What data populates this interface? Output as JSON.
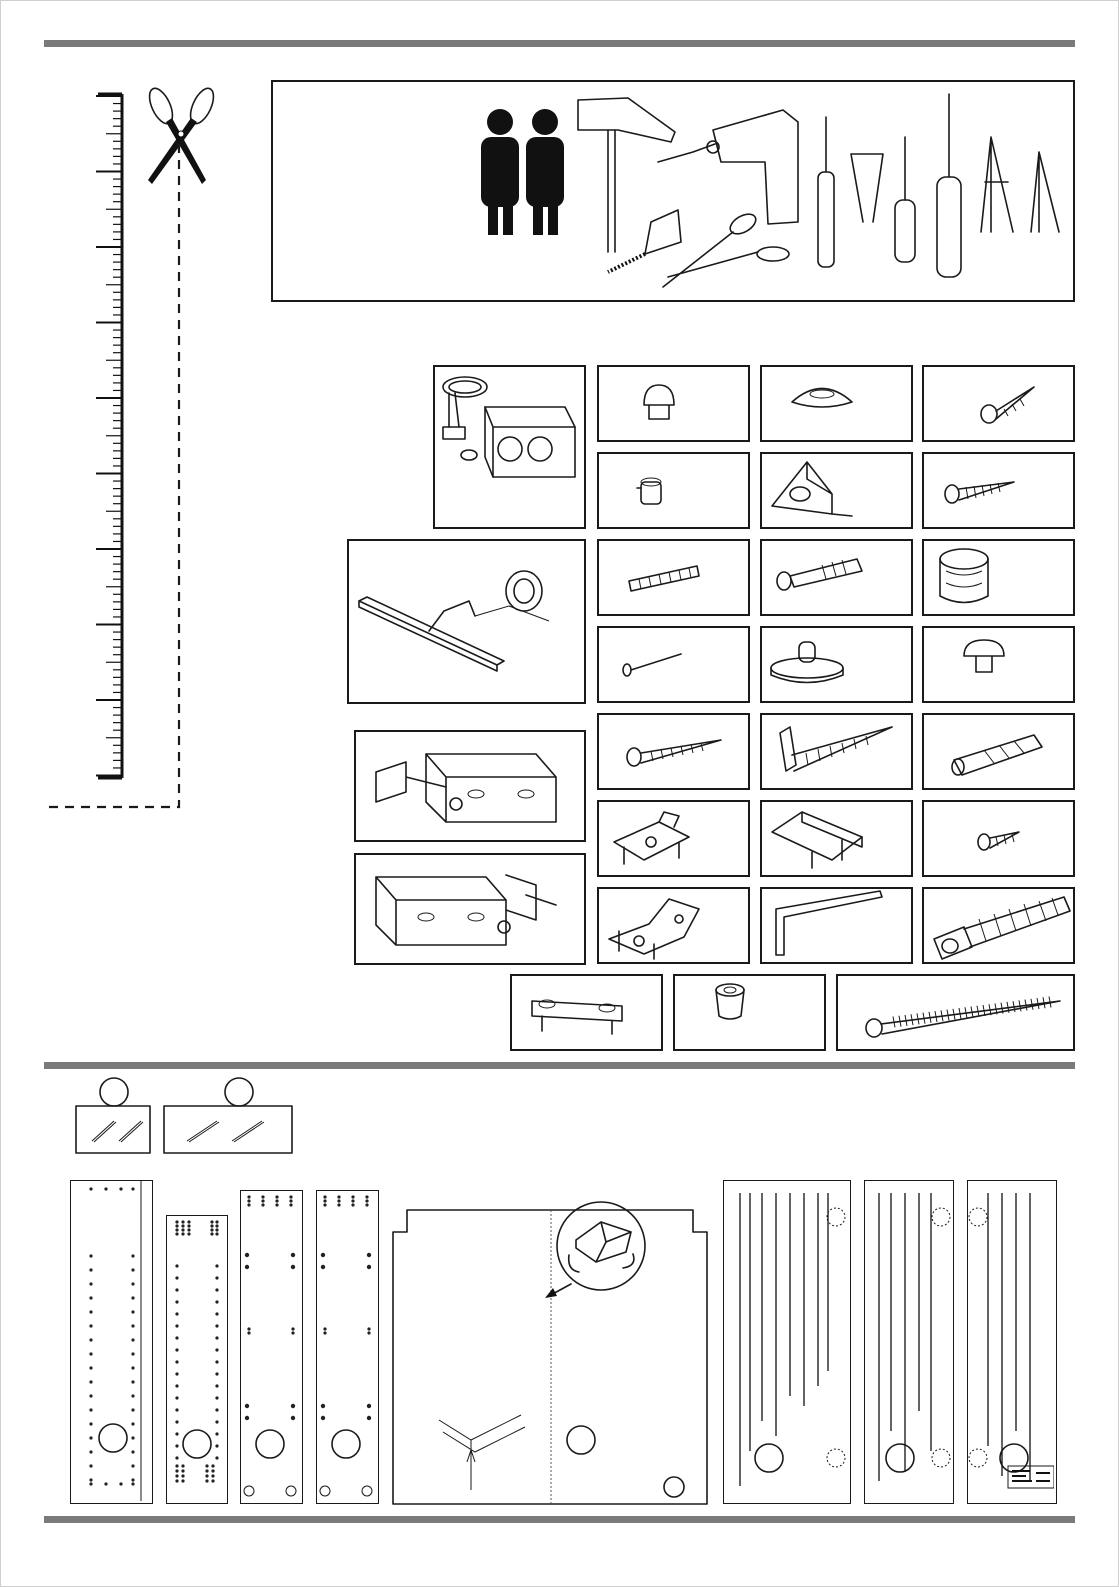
{
  "theme": {
    "rule_color": "#7a7a7a",
    "ink": "#1a1a1a"
  },
  "tools": [
    "two-persons-icon",
    "hammer-icon",
    "drill-icon",
    "tape-measure-icon",
    "scissors-icon",
    "screwdriver-flat-icon",
    "tweezers-icon",
    "screwdriver-phillips-icon",
    "screwdriver-long-icon",
    "bit-icon",
    "bit-small-icon"
  ],
  "hardware": [
    "electrical-socket-box-icon",
    "shelf-pin-cap-icon",
    "cover-cap-icon",
    "screw-icon",
    "shelf-support-icon",
    "corner-bracket-icon",
    "screw-long-icon",
    "led-lamp-icon",
    "wood-dowel-icon",
    "cam-bolt-icon",
    "cam-lock-icon",
    "nail-icon",
    "glide-pad-icon",
    "bumper-cap-icon",
    "mirror-mount-left-icon",
    "mirror-mount-right-icon",
    "screw-countersunk-icon",
    "hook-screw-icon",
    "wall-plug-icon",
    "mounting-plate-icon",
    "hinge-plate-icon",
    "screw-short-icon",
    "hinge-icon",
    "allen-key-icon",
    "connector-bolt-icon",
    "link-bracket-icon",
    "insert-nut-icon",
    "long-screw-icon"
  ],
  "panels": [
    "glass-shelf-1",
    "glass-shelf-2",
    "side-panel-left",
    "side-panel-right",
    "partition-1",
    "partition-2",
    "back-panel",
    "door-1",
    "door-2",
    "door-3"
  ]
}
